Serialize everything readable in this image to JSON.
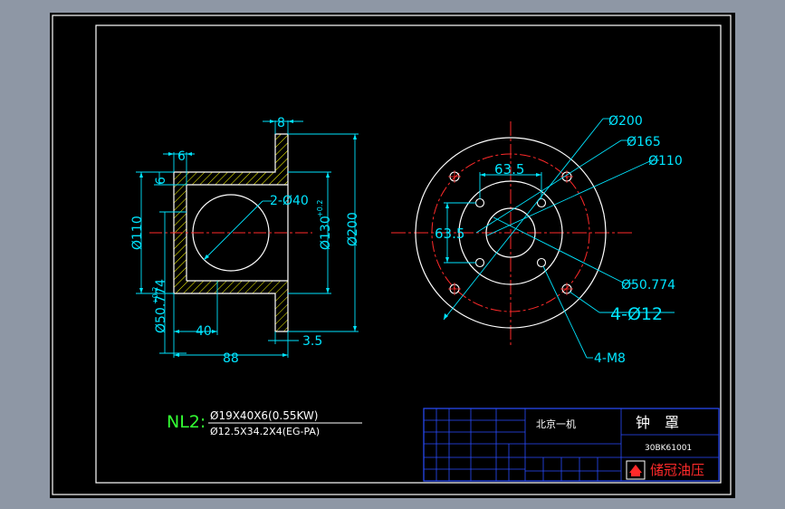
{
  "colors": {
    "background": "#000000",
    "window": "#8e97a5",
    "dimension": "#00e5ff",
    "outline": "#ffffff",
    "hatch": "#ffff00",
    "centerline": "#ff2a2a",
    "label_green": "#33ff33"
  },
  "front_view": {
    "dim_8": "8",
    "dim_6": "6",
    "dim_6b": "6",
    "dim_110": "Ø110",
    "dim_40_bore": "2-Ø40",
    "dim_130": "Ø130",
    "dim_130_tol": "+0.2",
    "dim_200": "Ø200",
    "dim_40": "40",
    "dim_88": "88",
    "dim_3_5": "3.5",
    "dim_50_774": "Ø50.774",
    "dim_50_774_tol": "+0.2"
  },
  "side_view": {
    "dim_200": "Ø200",
    "dim_165": "Ø165",
    "dim_110": "Ø110",
    "dim_63_5_h": "63.5",
    "dim_63_5_v": "63.5",
    "dim_50_774": "Ø50.774",
    "dim_4_12": "4-Ø12",
    "dim_4_m8": "4-M8"
  },
  "notes": {
    "prefix": "NL2:",
    "line1": "Ø19X40X6(0.55KW)",
    "line2": "Ø12.5X34.2X4(EG-PA)"
  },
  "title_block": {
    "company": "北京一机",
    "part_name": "钟　罩",
    "drawing_no": "30BK61001",
    "brand": "储冠油压"
  }
}
